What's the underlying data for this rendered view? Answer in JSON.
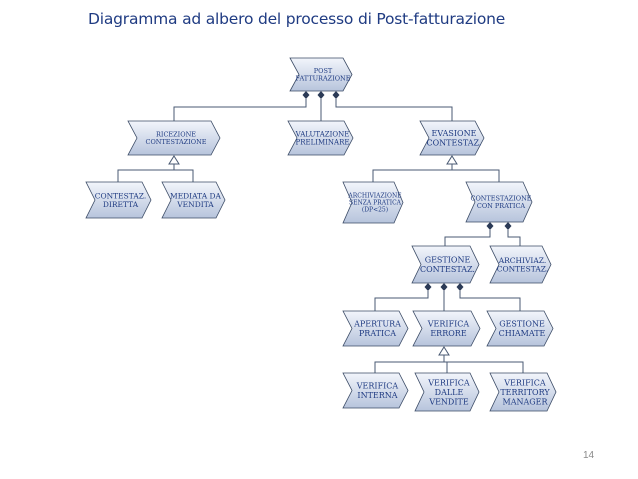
{
  "title": "Diagramma ad albero del processo di Post-fatturazione",
  "page_number": "14",
  "colors": {
    "title": "#1F3B82",
    "box_top": "#f2f5fb",
    "box_bottom": "#b7c4dc",
    "box_border": "#3b4b66",
    "connector": "#4a5a73"
  },
  "nodes": {
    "root": [
      "POST",
      "FATTURAZIONE"
    ],
    "ricezione": [
      "RICEZIONE",
      "CONTESTAZIONE"
    ],
    "valutazione": [
      "VALUTAZIONE",
      "PRELIMINARE"
    ],
    "evasione": [
      "EVASIONE",
      "CONTESTAZ."
    ],
    "contestaz_diretta": [
      "CONTESTAZ.",
      "DIRETTA"
    ],
    "mediata": [
      "MEDIATA DA",
      "VENDITA"
    ],
    "archiviazione": [
      "ARCHIVIAZIONE",
      "SENZA PRATICA",
      "(DP<25)"
    ],
    "con_pratica": [
      "CONTESTAZIONE",
      "CON PRATICA"
    ],
    "gestione_contestaz": [
      "GESTIONE",
      "CONTESTAZ."
    ],
    "archiviaz_contestaz": [
      "ARCHIVIAZ.",
      "CONTESTAZ."
    ],
    "apertura": [
      "APERTURA",
      "PRATICA"
    ],
    "verifica_errore": [
      "VERIFICA",
      "ERRORE"
    ],
    "gestione_chiamate": [
      "GESTIONE",
      "CHIAMATE"
    ],
    "verifica_interna": [
      "VERIFICA",
      "INTERNA"
    ],
    "verifica_vendite": [
      "VERIFICA",
      "DALLE",
      "VENDITE"
    ],
    "verifica_territory": [
      "VERIFICA",
      "TERRITORY",
      "MANAGER"
    ]
  }
}
